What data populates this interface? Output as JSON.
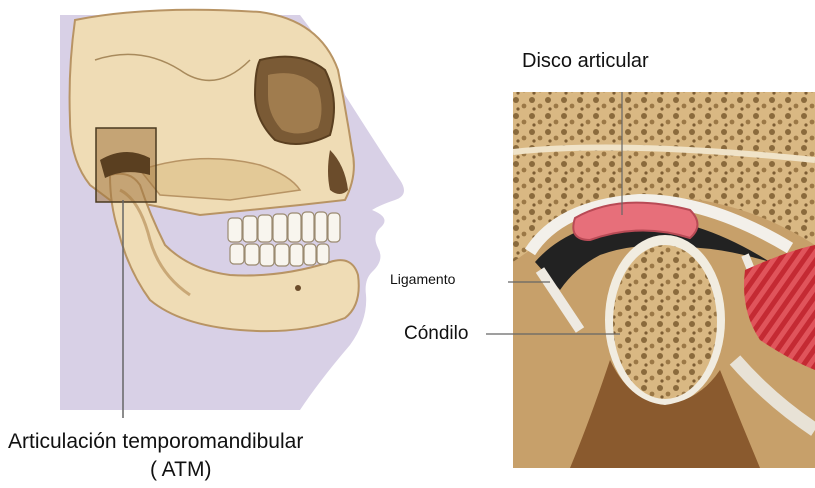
{
  "labels": {
    "disco_articular": "Disco articular",
    "ligamento": "Ligamento",
    "condilo": "Cóndilo",
    "atm_line1": "Articulación temporomandibular",
    "atm_line2": "( ATM)"
  },
  "colors": {
    "skin_shadow": "#d8d0e6",
    "bone": "#efdcb5",
    "bone_dark": "#c9a877",
    "spongy_bone": "#d9b883",
    "disc": "#e76f7a",
    "muscle": "#d4303a",
    "cartilage": "#f3f0ea",
    "leader_line": "#666666"
  }
}
